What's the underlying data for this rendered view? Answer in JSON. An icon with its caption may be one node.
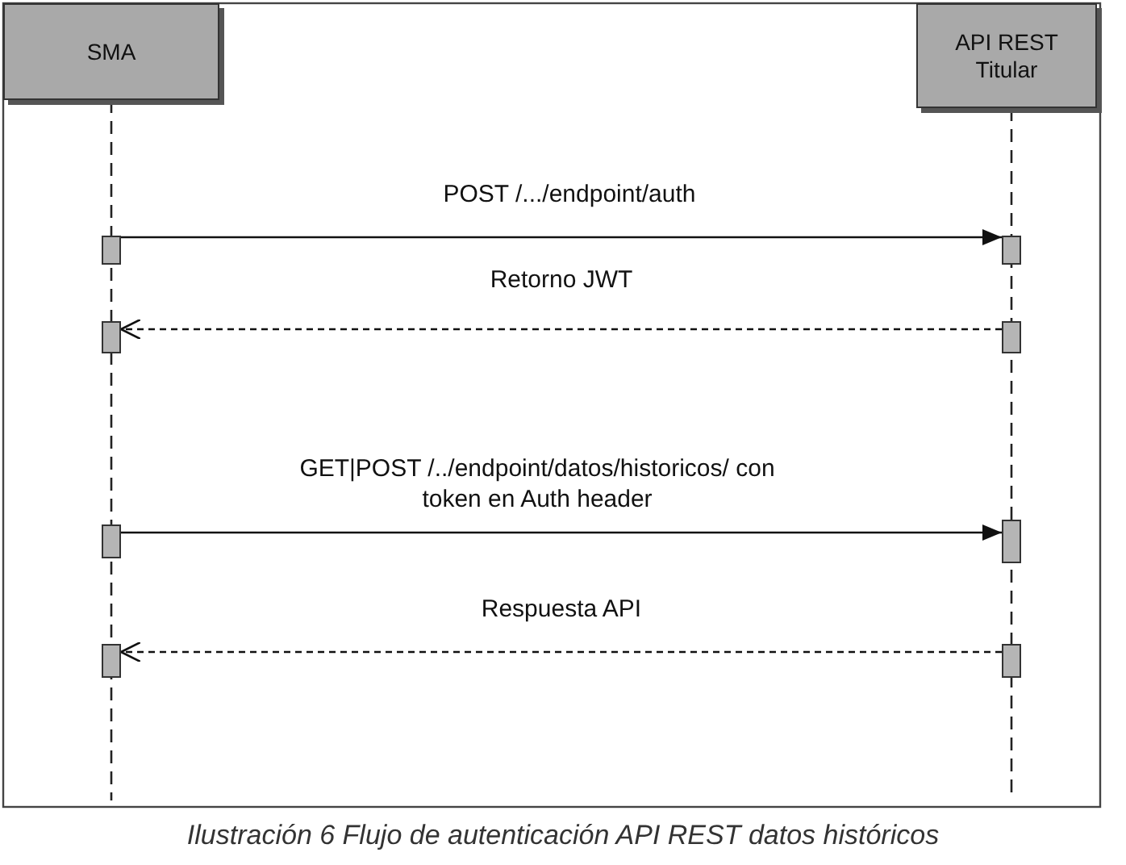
{
  "diagram": {
    "caption": "Ilustración 6 Flujo de autenticación API REST datos históricos",
    "nodes": [
      {
        "text": [
          "SMA"
        ]
      },
      {
        "text": [
          "API REST Titular"
        ]
      },
      {
        "text": [],
        "shape": "bar"
      },
      {
        "text": [],
        "shape": "bar"
      },
      {
        "text": [],
        "shape": "bar"
      },
      {
        "text": [],
        "shape": "bar"
      },
      {
        "text": [],
        "shape": "bar"
      },
      {
        "text": [],
        "shape": "bar"
      },
      {
        "text": [],
        "shape": "bar"
      },
      {
        "text": [],
        "shape": "bar"
      }
    ],
    "edges": [
      {
        "from": 2,
        "to": 3,
        "arrow": "to",
        "label": "POST /.../endpoint/auth"
      },
      {
        "from": 5,
        "to": 4,
        "arrow": "to",
        "label": "Retorno JWT",
        "style": "dashed"
      },
      {
        "from": 6,
        "to": 7,
        "arrow": "to",
        "label": "GET|POST  /../endpoint/datos/historicos/ con token en Auth header"
      },
      {
        "from": 9,
        "to": 8,
        "arrow": "to",
        "label": "Respuesta API",
        "style": "dashed"
      }
    ]
  }
}
